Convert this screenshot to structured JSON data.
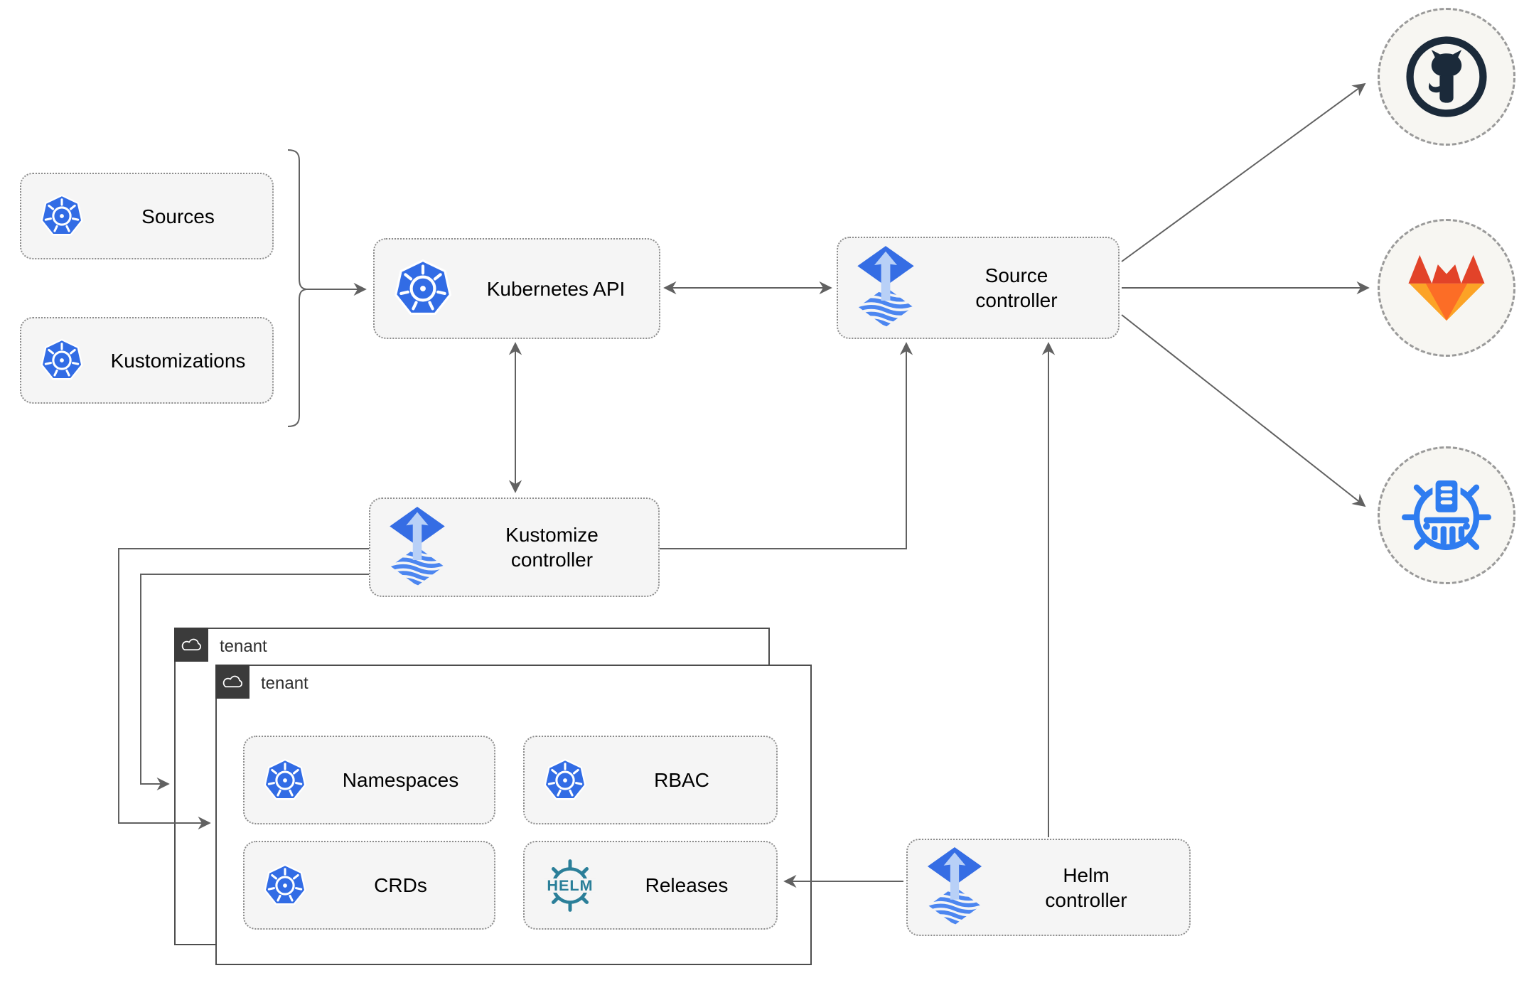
{
  "nodes": {
    "sources": {
      "label": "Sources",
      "icon": "kubernetes"
    },
    "kustomizations": {
      "label": "Kustomizations",
      "icon": "kubernetes"
    },
    "kubernetes_api": {
      "label": "Kubernetes API",
      "icon": "kubernetes"
    },
    "source_controller": {
      "label": "Source controller",
      "icon": "flux"
    },
    "kustomize_controller": {
      "label": "Kustomize controller",
      "icon": "flux"
    },
    "helm_controller": {
      "label": "Helm controller",
      "icon": "flux"
    },
    "namespaces": {
      "label": "Namespaces",
      "icon": "kubernetes"
    },
    "rbac": {
      "label": "RBAC",
      "icon": "kubernetes"
    },
    "crds": {
      "label": "CRDs",
      "icon": "kubernetes"
    },
    "releases": {
      "label": "Releases",
      "icon": "helm",
      "icon_text": "HELM"
    }
  },
  "containers": {
    "back": {
      "label": "tenant",
      "icon": "cloud"
    },
    "front": {
      "label": "tenant",
      "icon": "cloud"
    }
  },
  "endpoints": {
    "github": {
      "icon": "github"
    },
    "gitlab": {
      "icon": "gitlab"
    },
    "registry": {
      "icon": "harbor-registry"
    }
  },
  "colors": {
    "kubernetes_blue": "#326ce5",
    "flux_blue": "#356de4",
    "flux_light": "#b8d0f7",
    "flux_stripe": "#4c86f0",
    "helm_teal": "#2b7f99",
    "github_dark": "#1b2a3a",
    "gitlab_red": "#e24329",
    "gitlab_orange": "#fc6d26",
    "gitlab_yellow": "#fca326",
    "registry_blue": "#2e7cf0",
    "connector_gray": "#616161",
    "node_fill": "#f5f5f5"
  }
}
